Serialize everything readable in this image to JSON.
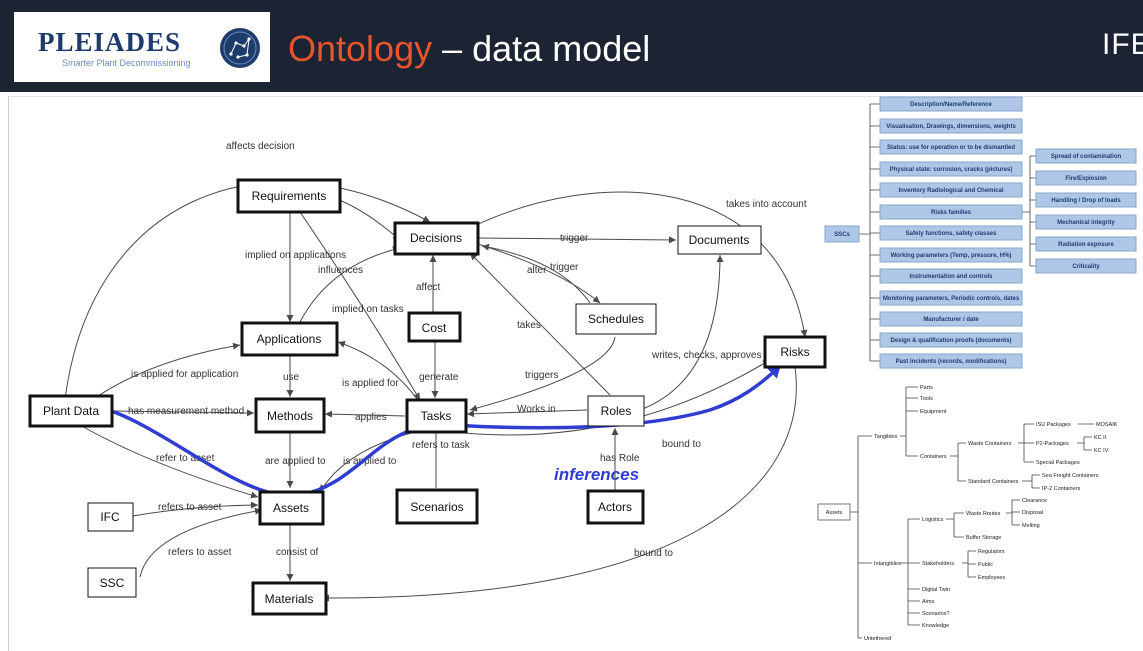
{
  "header": {
    "logo_text": "PLEIADES",
    "logo_tagline": "Smarter Plant Decommissioning",
    "title_accent": "Ontology",
    "title_rest": " – data model",
    "right_logo": "IFE"
  },
  "diagram": {
    "nodes": {
      "requirements": "Requirements",
      "decisions": "Decisions",
      "documents": "Documents",
      "applications": "Applications",
      "cost": "Cost",
      "schedules": "Schedules",
      "risks": "Risks",
      "plant_data": "Plant Data",
      "methods": "Methods",
      "tasks": "Tasks",
      "roles": "Roles",
      "ifc": "IFC",
      "assets": "Assets",
      "scenarios": "Scenarios",
      "actors": "Actors",
      "ssc": "SSC",
      "materials": "Materials"
    },
    "edges": {
      "affects_decision": "affects decision",
      "takes_into_account": "takes into account",
      "trigger_docs": "trigger",
      "alter": "alter",
      "trigger_sched": "trigger",
      "implied_on_applications": "implied on applications",
      "influences": "influences",
      "affect": "affect",
      "implied_on_tasks": "implied on tasks",
      "takes": "takes",
      "writes_checks_approves": "writes, checks, approves",
      "is_applied_for_application": "is applied for application",
      "use": "use",
      "is_applied_for": "is applied for",
      "generate": "generate",
      "triggers": "triggers",
      "has_measurement_method": "has measurement method",
      "applies": "applies",
      "works_in": "Works in",
      "bound_to_risks": "bound to",
      "refer_to_asset": "refer to asset",
      "are_applied_to": "are applied to",
      "is_applied_to": "is applied to",
      "refers_to_task": "refers to task",
      "has_role": "has Role",
      "refers_to_asset_ifc": "refers to asset",
      "refers_to_asset_ssc": "refers to asset",
      "consist_of": "consist of",
      "bound_to_materials": "bound to"
    },
    "inference_label": "inferences",
    "inference_color": "#2f3dd0"
  },
  "ssc_panel": {
    "root": "SSCs",
    "items": [
      "Description/Name/Reference",
      "Visualisation, Drawings, dimensions, weights",
      "Status: use for operation or to be dismantled",
      "Physical state: corrosion, cracks (pictures)",
      "Inventory Radiological and Chemical",
      "Risks families",
      "Safety functions, safety classes",
      "Working parameters (Temp, pressure, H%)",
      "Instrumentation and controls",
      "Monitoring parameters, Periodic controls, dates",
      "Manufacturer / date",
      "Design & qualification proofs (documents)",
      "Past incidents (records, modifications)"
    ],
    "risk_families": [
      "Spread of contamination",
      "Fire/Explosion",
      "Handling / Drop of loads",
      "Mechanical integrity",
      "Radiation exposure",
      "Criticality"
    ]
  },
  "assets_tree": {
    "root": "Assets",
    "tangibles": "Tangibles",
    "parts": "Parts",
    "tools": "Tools",
    "equipment": "Equipment",
    "containers": "Containers",
    "waste_containers": "Waste Containers",
    "isu_packages": "ISU Packages",
    "mosaik": "MOSAIK",
    "p2_packages": "P2-Packages",
    "kc2": "KC II",
    "kc4": "KC IV",
    "special_packages": "Special Packages",
    "standard_containers": "Standard Containers",
    "sea_freight": "Sea Freight Containers",
    "ip2": "IP-2 Containers",
    "intangibles": "Intangibles",
    "logistics": "Logistics",
    "waste_routes": "Waste Routes",
    "clearance": "Clearance",
    "disposal": "Disposal",
    "melting": "Melting",
    "buffer_storage": "Buffer Storage",
    "stakeholders": "Stakeholders",
    "regulators": "Regulators",
    "public": "Public",
    "employees": "Employees",
    "digital_twin": "Digital Twin",
    "aims": "Aims",
    "scenarios": "Scenarios?",
    "knowledge": "Knowledge",
    "untethered": "Untethered"
  }
}
